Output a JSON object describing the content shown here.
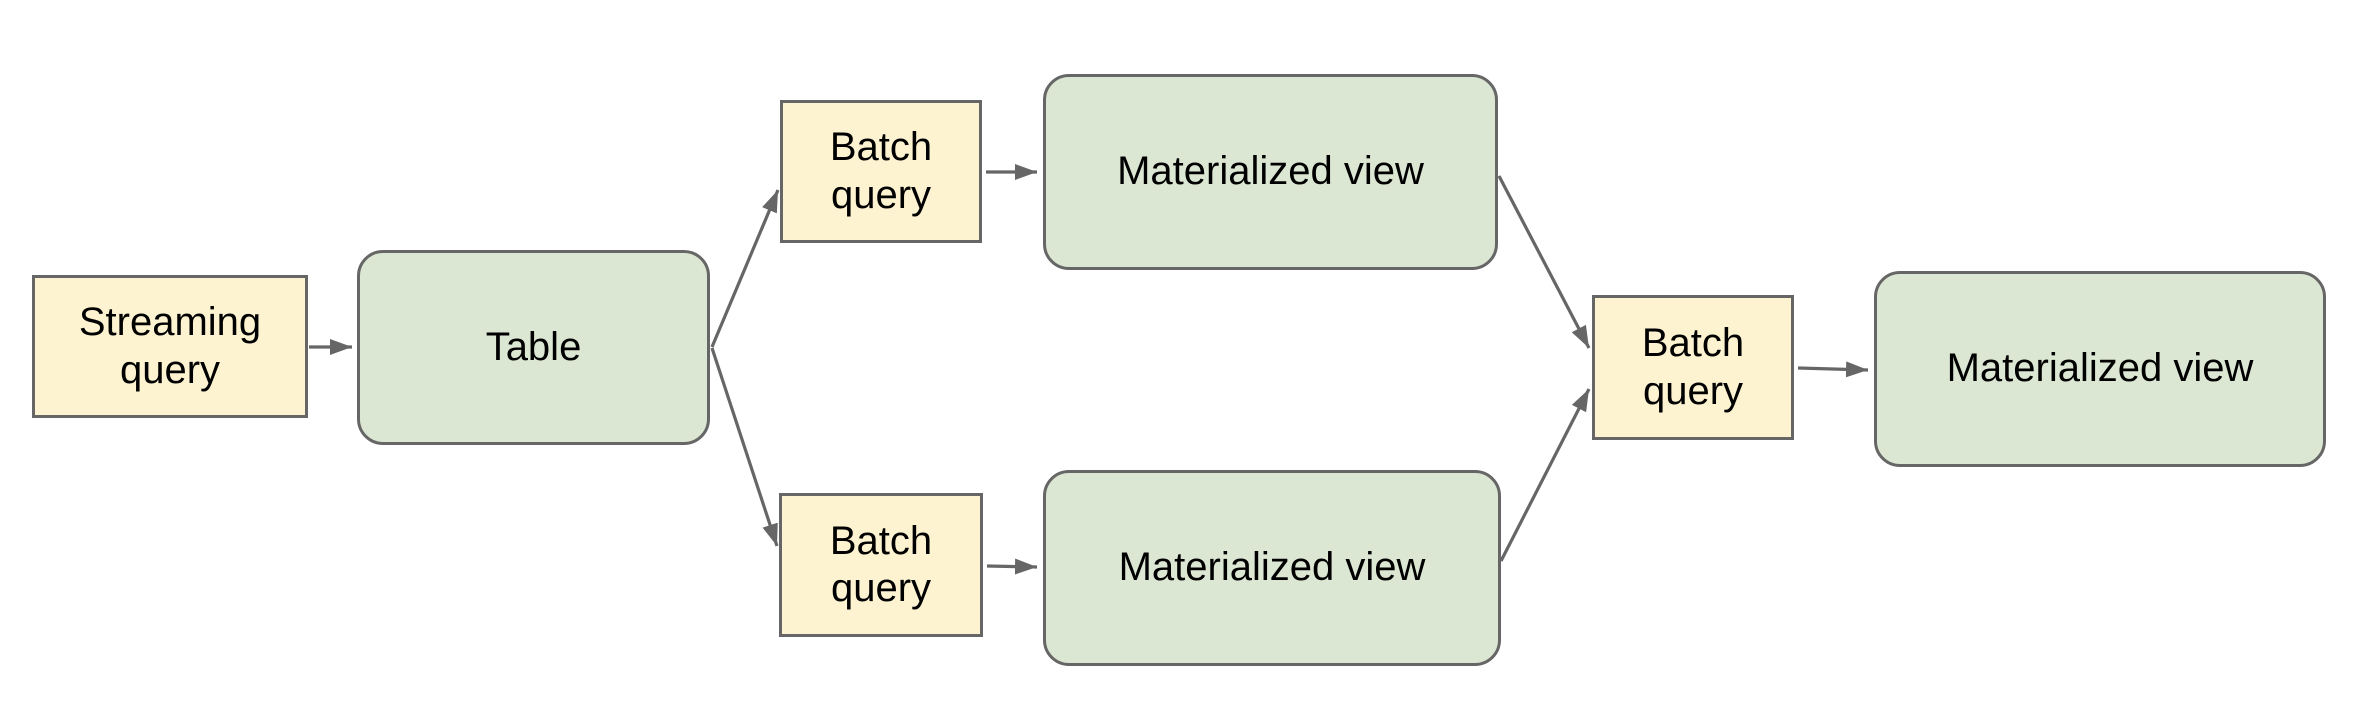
{
  "diagram": {
    "description": "Streaming query feeds a table; batch queries fan out to materialized views which are combined by a final batch query into a final materialized view",
    "colors": {
      "canvas_bg": "#ffffff",
      "query_fill": "#fdf3d1",
      "view_fill": "#dbe7d3",
      "shape_border": "#666666",
      "arrow_color": "#666666",
      "text_color": "#000000"
    },
    "nodes": [
      {
        "id": "streaming-query",
        "type": "query",
        "label": "Streaming\nquery"
      },
      {
        "id": "table",
        "type": "table",
        "label": "Table"
      },
      {
        "id": "batch-query-top",
        "type": "query",
        "label": "Batch\nquery"
      },
      {
        "id": "materialized-view-top",
        "type": "view",
        "label": "Materialized view"
      },
      {
        "id": "batch-query-bottom",
        "type": "query",
        "label": "Batch\nquery"
      },
      {
        "id": "materialized-view-bottom",
        "type": "view",
        "label": "Materialized view"
      },
      {
        "id": "batch-query-final",
        "type": "query",
        "label": "Batch\nquery"
      },
      {
        "id": "materialized-view-final",
        "type": "view",
        "label": "Materialized view"
      }
    ],
    "edges": [
      {
        "from": "streaming-query",
        "to": "table"
      },
      {
        "from": "table",
        "to": "batch-query-top"
      },
      {
        "from": "table",
        "to": "batch-query-bottom"
      },
      {
        "from": "batch-query-top",
        "to": "materialized-view-top"
      },
      {
        "from": "batch-query-bottom",
        "to": "materialized-view-bottom"
      },
      {
        "from": "materialized-view-top",
        "to": "batch-query-final"
      },
      {
        "from": "materialized-view-bottom",
        "to": "batch-query-final"
      },
      {
        "from": "batch-query-final",
        "to": "materialized-view-final"
      }
    ]
  }
}
